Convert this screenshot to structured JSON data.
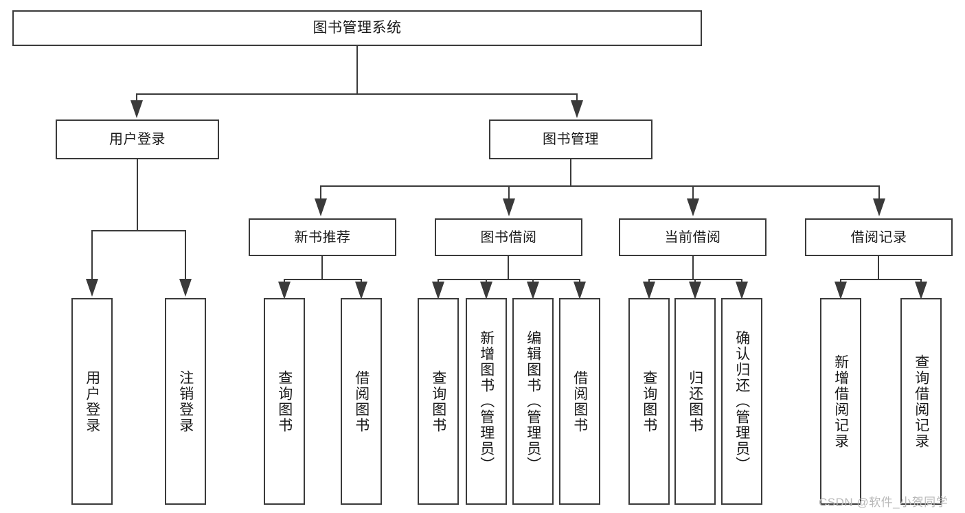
{
  "diagram": {
    "title": "图书管理系统",
    "type": "function-tree",
    "root": {
      "label": "图书管理系统"
    },
    "level2": [
      {
        "label": "用户登录"
      },
      {
        "label": "图书管理"
      }
    ],
    "level3": [
      {
        "label": "新书推荐"
      },
      {
        "label": "图书借阅"
      },
      {
        "label": "当前借阅"
      },
      {
        "label": "借阅记录"
      }
    ],
    "leaves": {
      "user_login": [
        {
          "label": "用户登录"
        },
        {
          "label": "注销登录"
        }
      ],
      "new_book_recommend": [
        {
          "label": "查询图书"
        },
        {
          "label": "借阅图书"
        }
      ],
      "book_borrow": [
        {
          "label": "查询图书"
        },
        {
          "label": "新增图书（管理员）"
        },
        {
          "label": "编辑图书（管理员）"
        },
        {
          "label": "借阅图书"
        }
      ],
      "current_borrow": [
        {
          "label": "查询图书"
        },
        {
          "label": "归还图书"
        },
        {
          "label": "确认归还（管理员）"
        }
      ],
      "borrow_record": [
        {
          "label": "新增借阅记录"
        },
        {
          "label": "查询借阅记录"
        }
      ]
    }
  },
  "watermark": {
    "text": "CSDN @软件_小贺同学"
  },
  "colors": {
    "stroke": "#3a3a3a",
    "text": "#1a1a1a",
    "background": "#ffffff",
    "watermark": "#b9b9b9"
  }
}
